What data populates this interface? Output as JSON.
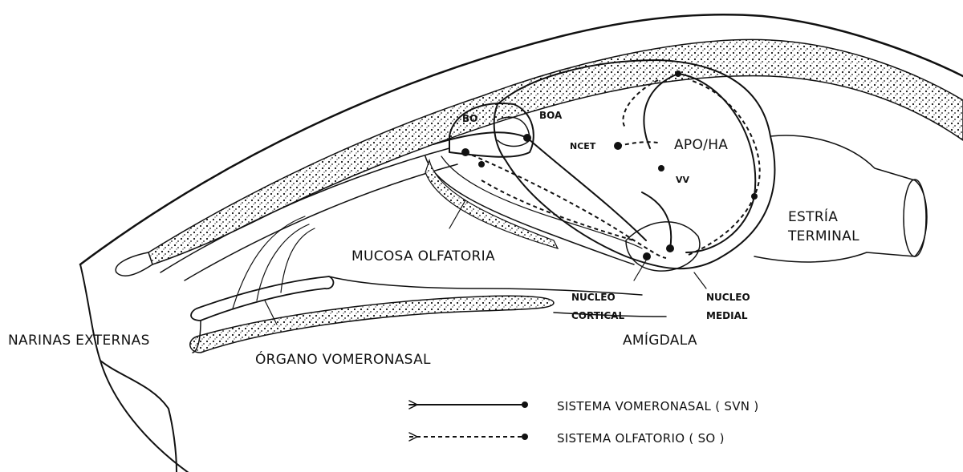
{
  "labels": {
    "narinas": "NARINAS EXTERNAS",
    "organo": "ÓRGANO VOMERONASAL",
    "mucosa": "MUCOSA OLFATORIA",
    "bo": "BO",
    "boa": "BOA",
    "ncet": "NCET",
    "apoha": "APO/HA",
    "vv": "VV",
    "estria1": "ESTRÍA",
    "estria2": "TERMINAL",
    "nucleo_cortical_1": "NUCLEO",
    "nucleo_cortical_2": "CORTICAL",
    "nucleo_medial_1": "NUCLEO",
    "nucleo_medial_2": "MEDIAL",
    "amigdala": "AMÍGDALA"
  },
  "legend": {
    "svn": "SISTEMA VOMERONASAL ( SVN )",
    "so": "SISTEMA OLFATORIO ( SO )"
  }
}
